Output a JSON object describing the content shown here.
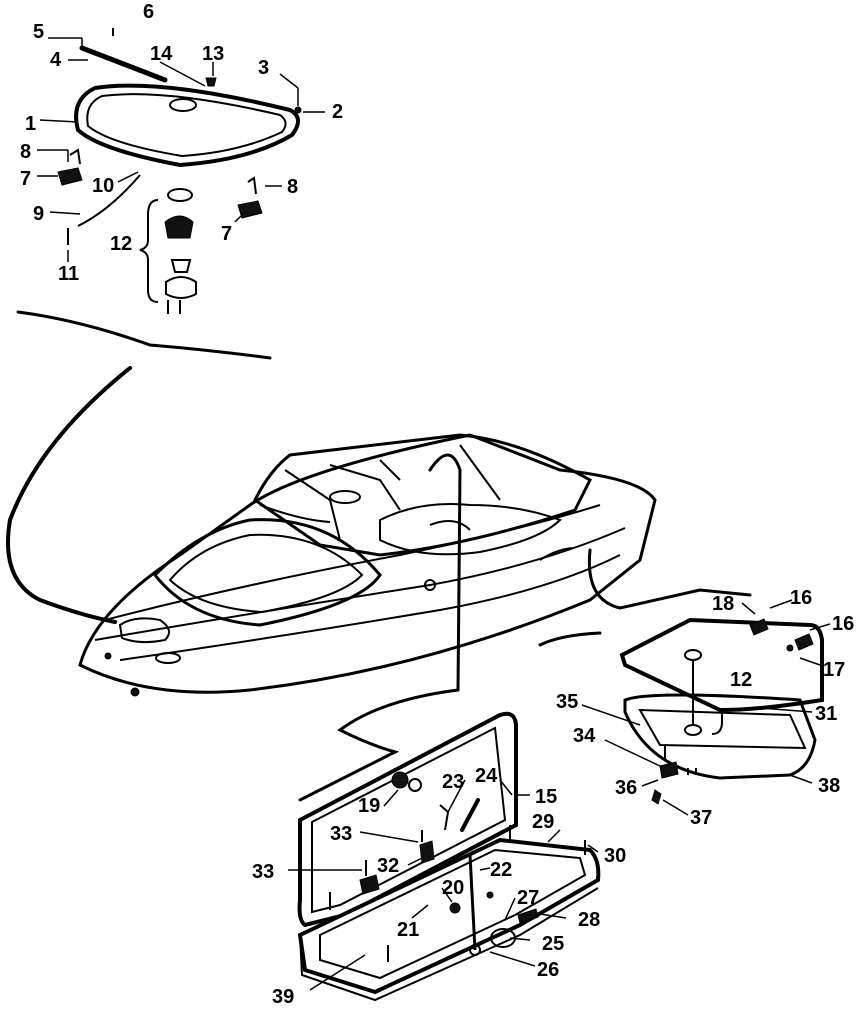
{
  "diagram": {
    "line_color": "#000000",
    "background": "#ffffff",
    "part_numbers": [
      "1",
      "2",
      "3",
      "4",
      "5",
      "6",
      "7",
      "7",
      "8",
      "8",
      "9",
      "10",
      "11",
      "12",
      "12",
      "13",
      "14",
      "15",
      "16",
      "16",
      "17",
      "18",
      "19",
      "20",
      "21",
      "22",
      "23",
      "24",
      "25",
      "26",
      "27",
      "28",
      "29",
      "30",
      "31",
      "32",
      "33",
      "33",
      "34",
      "35",
      "36",
      "37",
      "38",
      "39"
    ]
  }
}
